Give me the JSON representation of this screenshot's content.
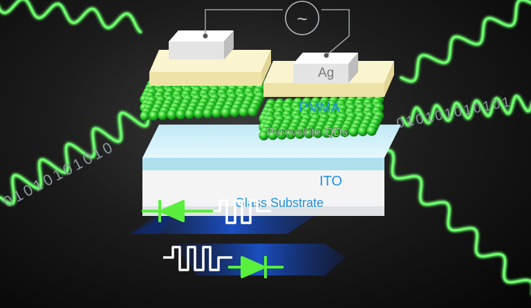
{
  "labels": {
    "electrode": "Ag",
    "dielectric": "PMMA",
    "active_layer": "Perovskite QDs",
    "bottom_electrode": "ITO",
    "substrate": "Glass Substrate"
  },
  "source_symbol": "~",
  "binary_left": "01010101010",
  "binary_right": "010101010101",
  "colors": {
    "signal_green": "#5cff5c",
    "qd_green": "#22c422",
    "ag_white": "#efefef",
    "pmma_yellow": "#f5ecb8",
    "ito_cyan": "#cdeff8",
    "label_blue": "#1e90e0",
    "arrow_blue": "#1846a8"
  },
  "icons": [
    "ac-source-icon",
    "diode-icon",
    "pulse-train-icon"
  ]
}
